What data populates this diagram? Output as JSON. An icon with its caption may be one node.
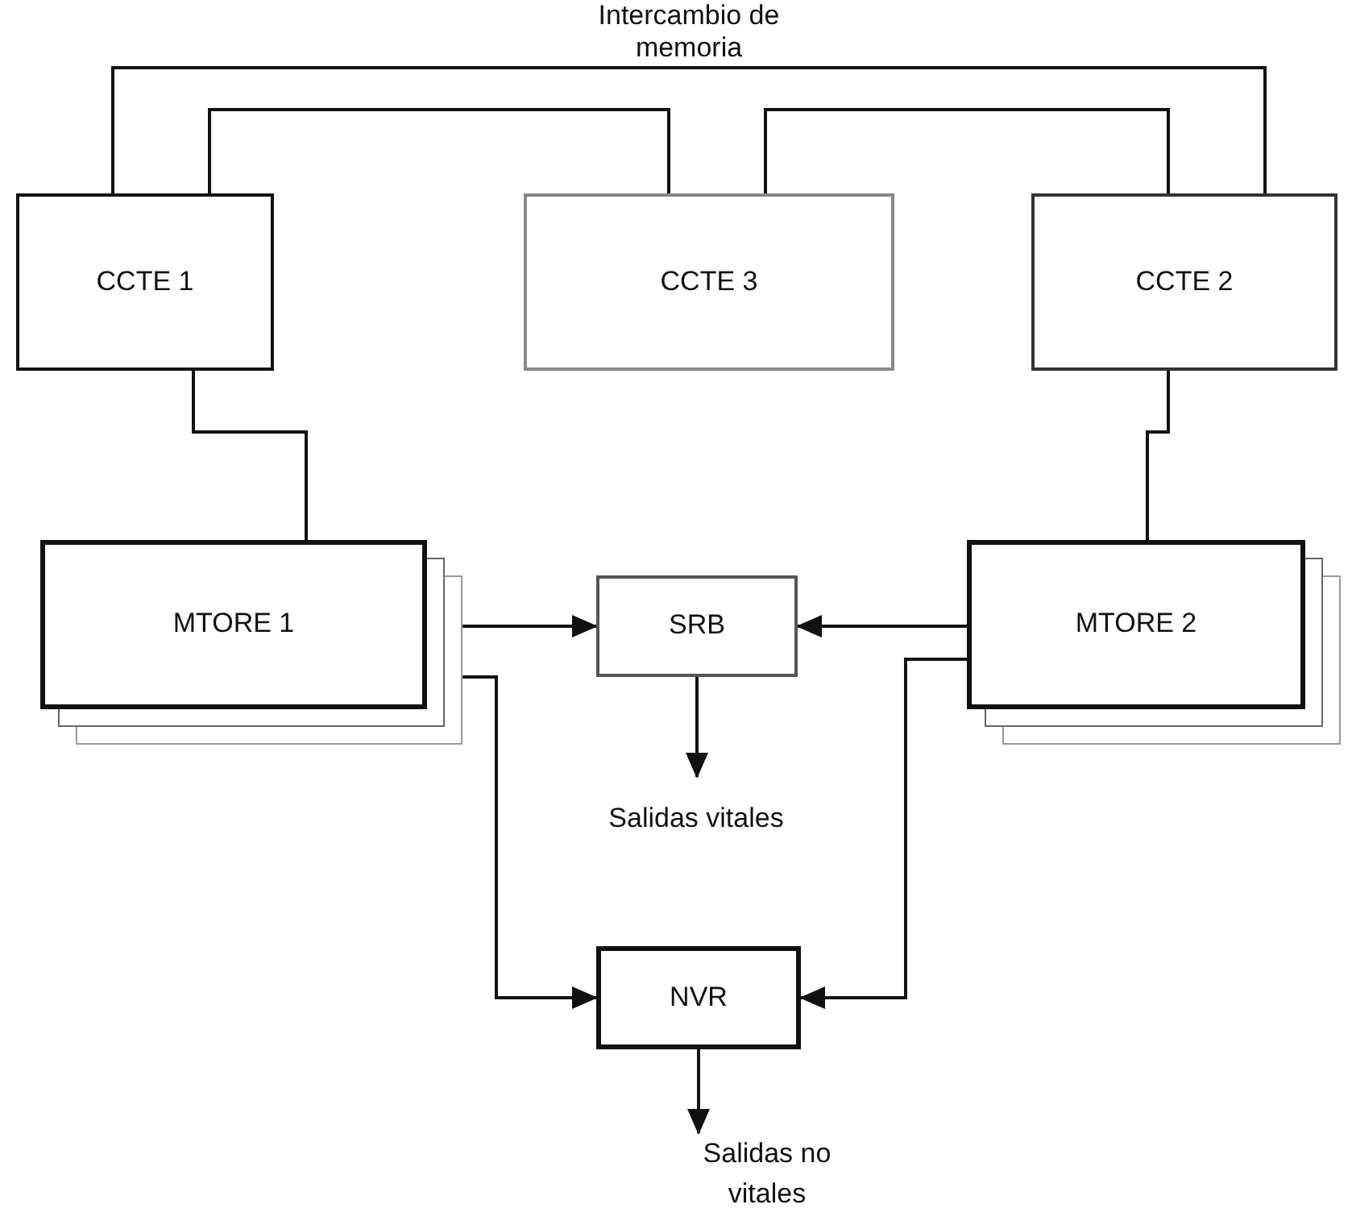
{
  "diagram": {
    "nodes": [
      {
        "text": [
          "CCTE 1"
        ]
      },
      {
        "text": [
          "CCTE 3"
        ]
      },
      {
        "text": [
          "CCTE 2"
        ]
      },
      {
        "text": [
          "MTORE 1"
        ]
      },
      {
        "text": [
          "SRB"
        ]
      },
      {
        "text": [
          "MTORE 2"
        ]
      },
      {
        "text": [
          "Salidas vitales"
        ]
      },
      {
        "text": [
          "NVR"
        ]
      },
      {
        "text": [
          "Salidas no vitales"
        ]
      }
    ],
    "edges": [
      {
        "from": 0,
        "to": 2,
        "arrow": "none",
        "label": "Intercambio de memoria"
      },
      {
        "from": 0,
        "to": 1,
        "arrow": "none"
      },
      {
        "from": 1,
        "to": 2,
        "arrow": "none"
      },
      {
        "from": 0,
        "to": 3,
        "arrow": "none"
      },
      {
        "from": 2,
        "to": 5,
        "arrow": "none"
      },
      {
        "from": 3,
        "to": 4,
        "arrow": "to"
      },
      {
        "from": 5,
        "to": 4,
        "arrow": "to"
      },
      {
        "from": 4,
        "to": 6,
        "arrow": "to"
      },
      {
        "from": 3,
        "to": 7,
        "arrow": "to"
      },
      {
        "from": 5,
        "to": 7,
        "arrow": "to"
      },
      {
        "from": 7,
        "to": 8,
        "arrow": "to"
      }
    ]
  }
}
